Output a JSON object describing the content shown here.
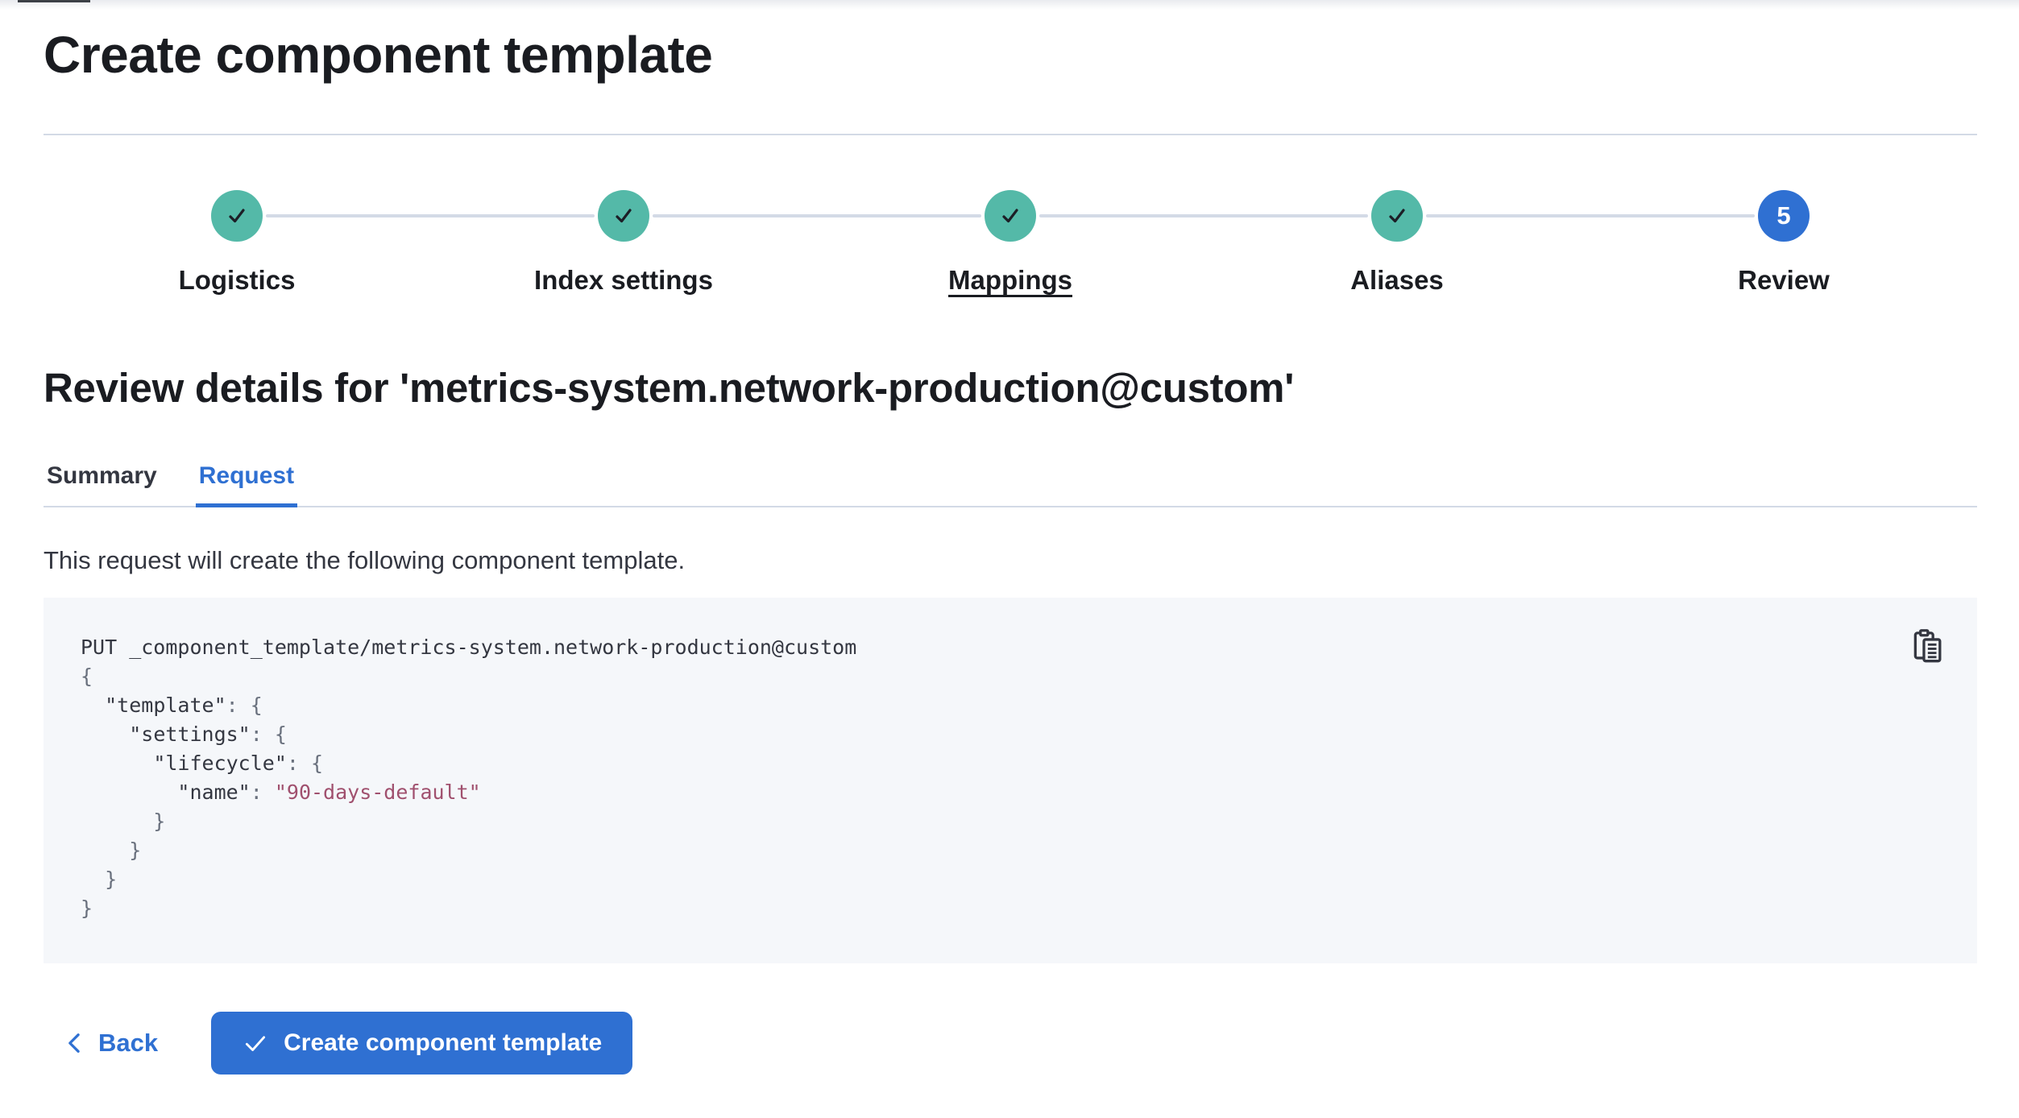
{
  "page": {
    "title": "Create component template"
  },
  "stepper": {
    "steps": [
      {
        "label": "Logistics",
        "status": "complete"
      },
      {
        "label": "Index settings",
        "status": "complete"
      },
      {
        "label": "Mappings",
        "status": "complete"
      },
      {
        "label": "Aliases",
        "status": "complete"
      },
      {
        "label": "Review",
        "status": "current",
        "number": "5"
      }
    ]
  },
  "review": {
    "heading": "Review details for 'metrics-system.network-production@custom'",
    "tabs": [
      {
        "label": "Summary",
        "active": false
      },
      {
        "label": "Request",
        "active": true
      }
    ],
    "description": "This request will create the following component template."
  },
  "code_block": {
    "copy_icon": "copy-clipboard-icon",
    "lines": [
      {
        "segments": [
          {
            "type": "plain",
            "text": "PUT _component_template/metrics-system.network-production@custom"
          }
        ]
      },
      {
        "segments": [
          {
            "type": "punct",
            "text": "{"
          }
        ]
      },
      {
        "segments": [
          {
            "type": "plain",
            "text": "  "
          },
          {
            "type": "key",
            "text": "\"template\""
          },
          {
            "type": "punct",
            "text": ": {"
          }
        ]
      },
      {
        "segments": [
          {
            "type": "plain",
            "text": "    "
          },
          {
            "type": "key",
            "text": "\"settings\""
          },
          {
            "type": "punct",
            "text": ": {"
          }
        ]
      },
      {
        "segments": [
          {
            "type": "plain",
            "text": "      "
          },
          {
            "type": "key",
            "text": "\"lifecycle\""
          },
          {
            "type": "punct",
            "text": ": {"
          }
        ]
      },
      {
        "segments": [
          {
            "type": "plain",
            "text": "        "
          },
          {
            "type": "key",
            "text": "\"name\""
          },
          {
            "type": "punct",
            "text": ": "
          },
          {
            "type": "string",
            "text": "\"90-days-default\""
          }
        ]
      },
      {
        "segments": [
          {
            "type": "punct",
            "text": "      }"
          }
        ]
      },
      {
        "segments": [
          {
            "type": "punct",
            "text": "    }"
          }
        ]
      },
      {
        "segments": [
          {
            "type": "punct",
            "text": "  }"
          }
        ]
      },
      {
        "segments": [
          {
            "type": "punct",
            "text": "}"
          }
        ]
      }
    ]
  },
  "footer": {
    "back_label": "Back",
    "create_label": "Create component template"
  },
  "colors": {
    "primary_blue": "#2f70d2",
    "success_teal": "#54b9a8",
    "code_string_red": "#a0506e",
    "divider_gray": "#d3dae6",
    "code_background": "#f5f7fa",
    "body_text": "#343741",
    "heading_text": "#1a1c21"
  }
}
